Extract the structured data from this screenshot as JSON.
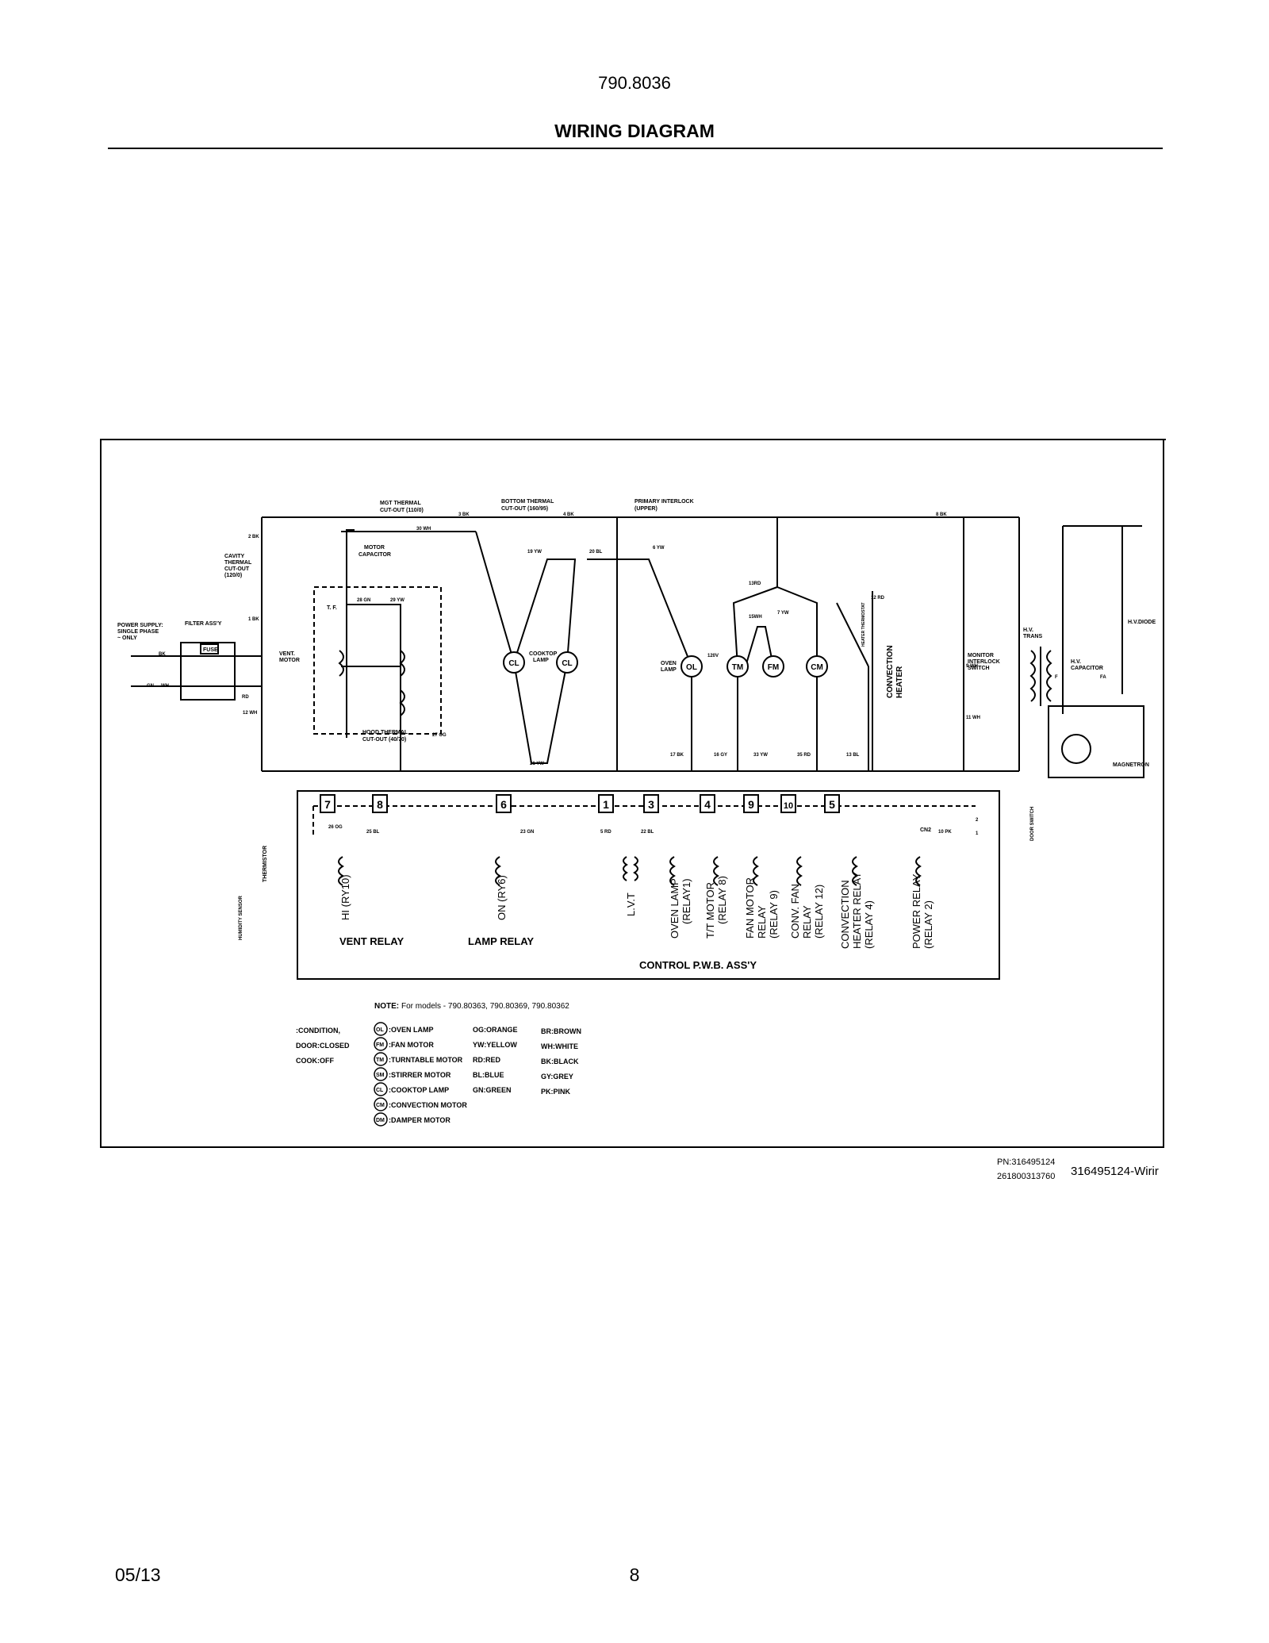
{
  "header": {
    "model_number": "790.8036",
    "title": "WIRING DIAGRAM"
  },
  "footer": {
    "date": "05/13",
    "page_number": "8"
  },
  "figure_caption": "316495124-Wirir",
  "diagram": {
    "components": {
      "mgt_thermal": "MGT THERMAL",
      "mgt_thermal_2": "CUT-OUT (110/0)",
      "bottom_thermal": "BOTTOM THERMAL",
      "bottom_thermal_2": "CUT-OUT (160/95)",
      "primary_interlock": "PRIMARY INTERLOCK",
      "primary_interlock_2": "(UPPER)",
      "cavity_thermal_1": "CAVITY",
      "cavity_thermal_2": "THERMAL",
      "cavity_thermal_3": "CUT-OUT",
      "cavity_thermal_4": "(120/0)",
      "motor_capacitor_1": "MOTOR",
      "motor_capacitor_2": "CAPACITOR",
      "power_supply_1": "POWER SUPPLY:",
      "power_supply_2": "SINGLE PHASE",
      "power_supply_3": "~ ONLY",
      "filter_assy": "FILTER ASS'Y",
      "fuse": "FUSE",
      "vent_motor_1": "VENT.",
      "vent_motor_2": "MOTOR",
      "tf": "T. F.",
      "hood_thermal_1": "HOOD THERMAL",
      "hood_thermal_2": "CUT-OUT (40/70)",
      "cooktop_lamp_1": "COOKTOP",
      "cooktop_lamp_2": "LAMP",
      "oven_lamp_1": "OVEN",
      "oven_lamp_2": "LAMP",
      "convection_heater_1": "CONVECTION",
      "convection_heater_2": "HEATER",
      "heater_small": "HEATER THERMOSTAT",
      "monitor_interlock_1": "MONITOR",
      "monitor_interlock_2": "INTERLOCK",
      "monitor_interlock_3": "SWITCH",
      "hv_trans_1": "H.V.",
      "hv_trans_2": "TRANS",
      "hv_diode": "H.V.DIODE",
      "hv_capacitor_1": "H.V.",
      "hv_capacitor_2": "CAPACITOR",
      "magnetron": "MAGNETRON",
      "thermistor": "THERMISTOR",
      "humidity_sensor": "HUMIDITY SENSOR",
      "door_switch": "DOOR SWITCH",
      "cn2": "CN2",
      "vent_relay": "VENT RELAY",
      "lamp_relay": "LAMP RELAY",
      "control_pwb": "CONTROL P.W.B. ASS'Y",
      "pn_1": "PN:316495124",
      "pn_2": "261800313760"
    },
    "circle_labels": {
      "cl": "CL",
      "ol": "OL",
      "tm": "TM",
      "fm": "FM",
      "cm": "CM"
    },
    "relay_labels": {
      "hi": "HI (RY10)",
      "on": "ON (RY6)",
      "lvt": "L.V.T",
      "oven_lamp_a": "OVEN LAMP",
      "oven_lamp_b": "(RELAY1)",
      "tt_motor_a": "T/T MOTOR",
      "tt_motor_b": "(RELAY 8)",
      "fan_motor_a": "FAN MOTOR",
      "fan_motor_b": "RELAY",
      "fan_motor_c": "(RELAY 9)",
      "conv_fan_a": "CONV. FAN",
      "conv_fan_b": "RELAY",
      "conv_fan_c": "(RELAY 12)",
      "conv_heater_a": "CONVECTION",
      "conv_heater_b": "HEATER RELAY",
      "conv_heater_c": "(RELAY 4)",
      "power_relay_a": "POWER RELAY",
      "power_relay_b": "(RELAY 2)"
    },
    "pin_numbers": [
      "7",
      "8",
      "6",
      "1",
      "3",
      "4",
      "9",
      "10",
      "5"
    ],
    "wire_labels": {
      "w3bk": "3 BK",
      "w4bk": "4 BK",
      "w8bk": "8 BK",
      "w2bk": "2 BK",
      "w1bk": "1 BK",
      "w30wh": "30 WH",
      "w19yw": "19 YW",
      "w20bl": "20 BL",
      "w6yw": "6 YW",
      "w28gn": "28 GN",
      "w29yw": "29 YW",
      "w12wh": "12 WH",
      "w27og": "27 OG",
      "w21yw": "21 YW",
      "w17bk": "17 BK",
      "w16gy": "16 GY",
      "w33yw": "33 YW",
      "w35rd": "35 RD",
      "w13bl": "13 BL",
      "w12rd": "12 RD",
      "w9wh": "9 WH",
      "w11wh": "11 WH",
      "w26og": "26 OG",
      "w25bl": "25 BL",
      "w23gn": "23 GN",
      "w5rd": "5 RD",
      "w22bl": "22 BL",
      "w10pk": "10 PK",
      "w13rd": "13RD",
      "w15wh": "15WH",
      "w7yw": "7 YW",
      "w120v": "120V",
      "bk": "BK",
      "gn": "GN",
      "rd": "RD",
      "wh": "WH",
      "f": "F",
      "fa": "FA",
      "n2": "2",
      "n1": "1"
    },
    "note": {
      "prefix": "NOTE:",
      "text": "For models  - 790.80363,  790.80369, 790.80362",
      "condition_1": ":CONDITION,",
      "condition_2": "DOOR:CLOSED",
      "condition_3": "COOK:OFF",
      "legend": [
        {
          "abbr": "OL",
          "text": ":OVEN LAMP"
        },
        {
          "abbr": "FM",
          "text": ":FAN MOTOR"
        },
        {
          "abbr": "TM",
          "text": ":TURNTABLE MOTOR"
        },
        {
          "abbr": "SM",
          "text": ":STIRRER MOTOR"
        },
        {
          "abbr": "CL",
          "text": ":COOKTOP LAMP"
        },
        {
          "abbr": "CM",
          "text": ":CONVECTION MOTOR"
        },
        {
          "abbr": "DM",
          "text": ":DAMPER MOTOR"
        }
      ],
      "colors_1": [
        "OG:ORANGE",
        "YW:YELLOW",
        "RD:RED",
        "BL:BLUE",
        "GN:GREEN"
      ],
      "colors_2": [
        "BR:BROWN",
        "WH:WHITE",
        "BK:BLACK",
        "GY:GREY",
        "PK:PINK"
      ]
    }
  }
}
